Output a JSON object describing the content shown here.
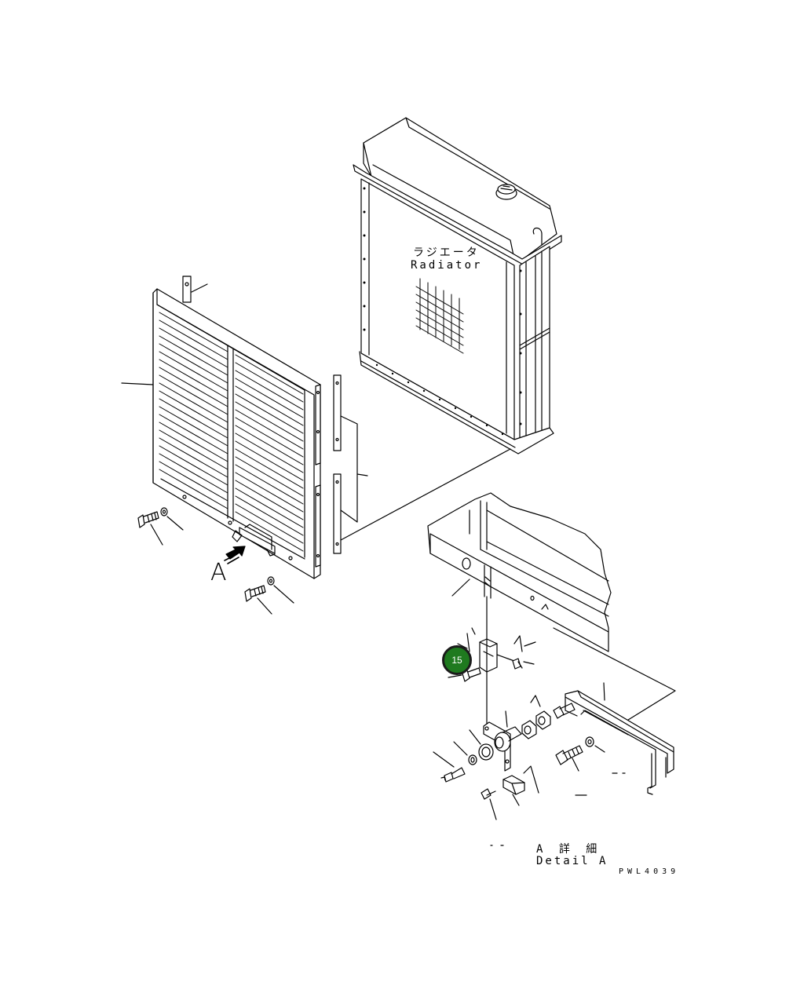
{
  "labels": {
    "radiator_jp": "ラジエータ",
    "radiator_en": "Radiator",
    "view_a": "A",
    "detail_jp": "A 詳 細",
    "detail_en": "Detail A",
    "drawing_no": "PWL4039"
  },
  "callouts": [
    {
      "number": "15",
      "color": "#1f7a1f"
    }
  ],
  "colors": {
    "line": "#000000",
    "background": "#ffffff",
    "callout_fill": "#1f7a1f"
  }
}
